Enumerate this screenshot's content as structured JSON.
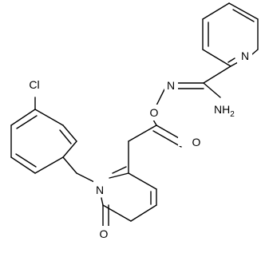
{
  "atoms": {
    "chlorine": "Cl",
    "ring_nitrogen": "N",
    "imine_nitrogen": "N",
    "pyridine_nitrogen": "N",
    "ester_oxygen": "O",
    "oxime_oxygen": "O",
    "carbonyl_oxygen": "O",
    "amine_group": "NH",
    "amine_subscript": "2"
  },
  "colors": {
    "bond": "#000000",
    "text": "#000000",
    "background": "#ffffff"
  }
}
